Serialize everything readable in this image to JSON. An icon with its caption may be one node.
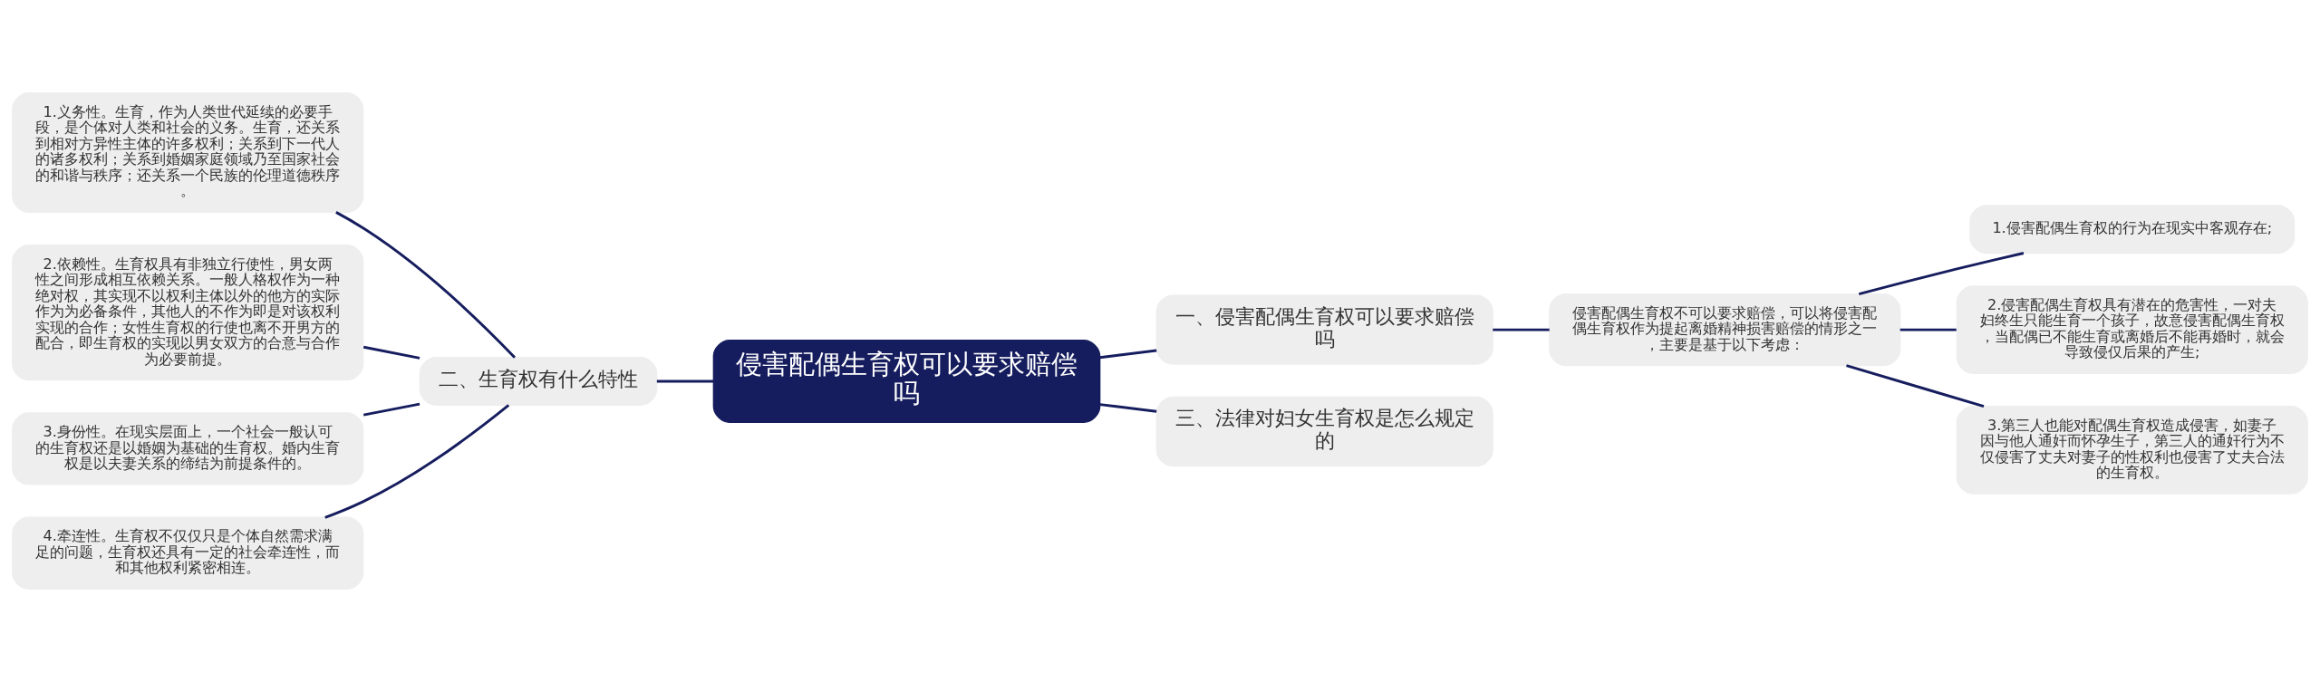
{
  "diagram": {
    "nodes": [
      {
        "text": [
          "侵害配偶生育权可以要求赔偿吗"
        ]
      },
      {
        "text": [
          "一、侵害配偶生育权可以要求赔偿吗"
        ]
      },
      {
        "text": [
          "侵害配偶生育权不可以要求赔偿，可以将侵害配偶生育权作为提起离婚精神损害赔偿的情形之一，主要是基于以下考虑："
        ]
      },
      {
        "text": [
          "1.侵害配偶生育权的行为在现实中客观存在;"
        ]
      },
      {
        "text": [
          "2.侵害配偶生育权具有潜在的危害性，一对夫妇终生只能生育一个孩子，故意侵害配偶生育权，当配偶已不能生育或离婚后不能再婚时，就会导致侵仅后果的产生;"
        ]
      },
      {
        "text": [
          "3.第三人也能对配偶生育权造成侵害，如妻子因与他人通奸而怀孕生子，第三人的通奸行为不仅侵害了丈夫对妻子的性权利也侵害了丈夫合法的生育权。"
        ]
      },
      {
        "text": [
          "二、生育权有什么特性"
        ]
      },
      {
        "text": [
          "1.义务性。生育，作为人类世代延续的必要手段，是个体对人类和社会的义务。生育，还关系到相对方异性主体的许多权利；关系到下一代人的诸多权利；关系到婚姻家庭领域乃至国家社会的和谐与秩序；还关系一个民族的伦理道德秩序。"
        ]
      },
      {
        "text": [
          "2.依赖性。生育权具有非独立行使性，男女两性之间形成相互依赖关系。一般人格权作为一种绝对权，其实现不以权利主体以外的他方的实际作为为必备条件，其他人的不作为即是对该权利实现的合作；女性生育权的行使也离不开男方的配合，即生育权的实现以男女双方的合意与合作为必要前提。"
        ]
      },
      {
        "text": [
          "3.身份性。在现实层面上，一个社会一般认可的生育权还是以婚姻为基础的生育权。婚内生育权是以夫妻关系的缔结为前提条件的。"
        ]
      },
      {
        "text": [
          "4.牵连性。生育权不仅仅只是个体自然需求满足的问题，生育权还具有一定的社会牵连性，而和其他权利紧密相连。"
        ]
      },
      {
        "text": [
          "三、法律对妇女生育权是怎么规定的"
        ]
      }
    ],
    "edges": [
      {
        "from": 0,
        "to": 1,
        "arrow": "none"
      },
      {
        "from": 1,
        "to": 2,
        "arrow": "none"
      },
      {
        "from": 2,
        "to": 3,
        "arrow": "none"
      },
      {
        "from": 2,
        "to": 4,
        "arrow": "none"
      },
      {
        "from": 2,
        "to": 5,
        "arrow": "none"
      },
      {
        "from": 0,
        "to": 6,
        "arrow": "none"
      },
      {
        "from": 6,
        "to": 7,
        "arrow": "none"
      },
      {
        "from": 6,
        "to": 8,
        "arrow": "none"
      },
      {
        "from": 6,
        "to": 9,
        "arrow": "none"
      },
      {
        "from": 6,
        "to": 10,
        "arrow": "none"
      },
      {
        "from": 0,
        "to": 11,
        "arrow": "none"
      }
    ]
  }
}
